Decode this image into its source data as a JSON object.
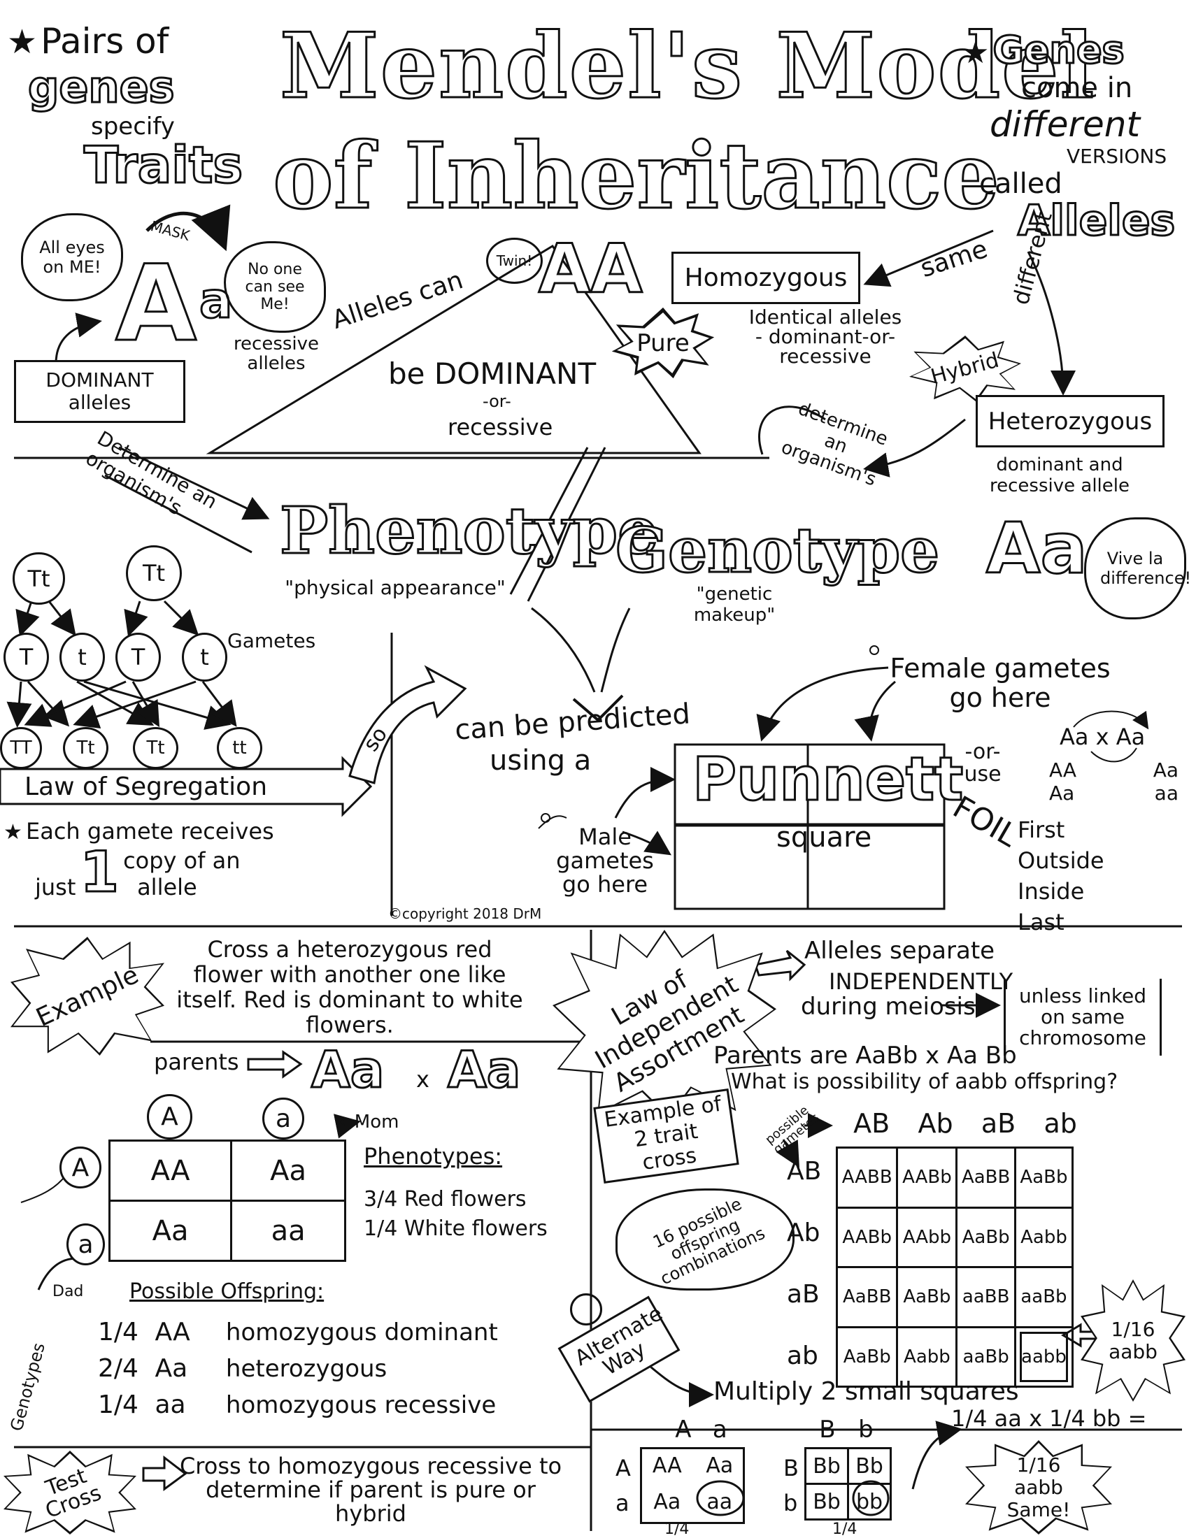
{
  "title": {
    "line1": "Mendel's Model",
    "line2": "of Inheritance"
  },
  "top_left_note": {
    "star": "★",
    "l1": "Pairs of",
    "l2": "genes",
    "l3": "specify",
    "l4": "Traits"
  },
  "top_right_note": {
    "star": "★",
    "l1": "Genes",
    "l2": "come in",
    "l3": "different",
    "l4": "VERSIONS",
    "l5": "called",
    "l6": "Alleles"
  },
  "dominant": {
    "bubble_left": "All eyes on ME!",
    "mask_label": "MASK",
    "bubble_right": "No one can see Me!",
    "box": "DOMINANT alleles",
    "recessive_label": "recessive alleles",
    "big_letter": "A",
    "small_letter": "a"
  },
  "triangle": {
    "text1": "Alleles can",
    "text2": "be DOMINANT",
    "text3": "-or-",
    "text4": "recessive"
  },
  "homozygous": {
    "twin_bubble": "Twin!",
    "letters": "AA",
    "box": "Homozygous",
    "same_label": "same",
    "pure_burst": "Pure",
    "desc": "Identical alleles - dominant-or-recessive"
  },
  "heterozygous": {
    "different_label": "different",
    "hybrid_burst": "Hybrid",
    "box": "Heterozygous",
    "desc": "dominant and recessive allele",
    "letters": "Aa",
    "bubble": "Vive la difference!"
  },
  "determine_left": "Determine an organism's",
  "determine_right": "determine an organism's",
  "phenotype": {
    "word": "Phenotype",
    "desc": "\"physical appearance\""
  },
  "genotype": {
    "word": "Genotype",
    "desc": "\"genetic makeup\""
  },
  "segregation": {
    "parents": [
      "Tt",
      "Tt"
    ],
    "gametes": [
      "T",
      "t",
      "T",
      "t"
    ],
    "gametes_label": "Gametes",
    "offspring": [
      "TT",
      "Tt",
      "Tt",
      "tt"
    ],
    "arrow_label": "Law of Segregation",
    "note_star": "★",
    "note_l1": "Each gamete receives",
    "note_l2": "just",
    "note_one": "1",
    "note_l3": "copy of an",
    "note_l4": "allele",
    "so_label": "so"
  },
  "punnett_intro": {
    "predicted": "can be predicted",
    "using": "using a",
    "female": "Female gametes go here",
    "male": "Male gametes go here",
    "punnett": "Punnett",
    "square": "square",
    "or_use": "-or- use",
    "foil": "FOIL",
    "foil_cross": "Aa x Aa",
    "foil_results": [
      "AA",
      "Aa",
      "Aa",
      "aa"
    ],
    "foil_words": [
      "First",
      "Outside",
      "Inside",
      "Last"
    ]
  },
  "copyright": "©copyright 2018 DrM",
  "example": {
    "burst": "Example",
    "desc": "Cross a heterozygous red flower with another one like itself. Red is dominant to white flowers.",
    "parents_label": "parents",
    "parent1": "Aa",
    "x": "x",
    "parent2": "Aa",
    "mom_label": "Mom",
    "dad_label": "Dad",
    "top_alleles": [
      "A",
      "a"
    ],
    "side_alleles": [
      "A",
      "a"
    ],
    "grid": [
      [
        "AA",
        "Aa"
      ],
      [
        "Aa",
        "aa"
      ]
    ],
    "phenotypes_title": "Phenotypes:",
    "phenotypes": [
      "3/4  Red flowers",
      "1/4  White flowers"
    ],
    "offspring_title": "Possible Offspring:",
    "genotypes_label": "Genotypes",
    "offspring": [
      {
        "frac": "1/4",
        "code": "AA",
        "desc": "homozygous dominant"
      },
      {
        "frac": "2/4",
        "code": "Aa",
        "desc": "heterozygous"
      },
      {
        "frac": "1/4",
        "code": "aa",
        "desc": "homozygous recessive"
      }
    ]
  },
  "test_cross": {
    "burst": "Test Cross",
    "desc": "Cross to homozygous recessive to determine if parent is pure or hybrid"
  },
  "independent": {
    "burst": "Law of Independent Assortment",
    "desc1": "Alleles separate",
    "desc2": "INDEPENDENTLY",
    "desc3": "during meiosis",
    "linked": "unless linked on same chromosome",
    "parents_q": "Parents are AaBb x Aa Bb",
    "question": "What is possibility of aabb offspring?",
    "example_box": "Example of 2 trait cross",
    "possible_gametes": "possible gametes",
    "combos_bubble": "16 possible offspring combinations",
    "top_gametes": [
      "AB",
      "Ab",
      "aB",
      "ab"
    ],
    "side_gametes": [
      "AB",
      "Ab",
      "aB",
      "ab"
    ],
    "grid": [
      [
        "AABB",
        "AABb",
        "AaBB",
        "AaBb"
      ],
      [
        "AABb",
        "AAbb",
        "AaBb",
        "Aabb"
      ],
      [
        "AaBB",
        "AaBb",
        "aaBB",
        "aaBb"
      ],
      [
        "AaBb",
        "Aabb",
        "aaBb",
        "aabb"
      ]
    ],
    "answer_burst": "1/16 aabb"
  },
  "alternate": {
    "label": "Alternate Way",
    "multiply": "Multiply 2 small squares",
    "a_top": [
      "A",
      "a"
    ],
    "a_side": [
      "A",
      "a"
    ],
    "a_grid": [
      [
        "AA",
        "Aa"
      ],
      [
        "Aa",
        "aa"
      ]
    ],
    "b_top": [
      "B",
      "b"
    ],
    "b_side": [
      "B",
      "b"
    ],
    "b_grid": [
      [
        "Bb",
        "Bb"
      ],
      [
        "Bb",
        "bb"
      ]
    ],
    "equation": "1/4 aa x 1/4 bb =",
    "result_burst": "1/16 aabb Same!",
    "quarter_a": "1/4",
    "quarter_b": "1/4"
  }
}
